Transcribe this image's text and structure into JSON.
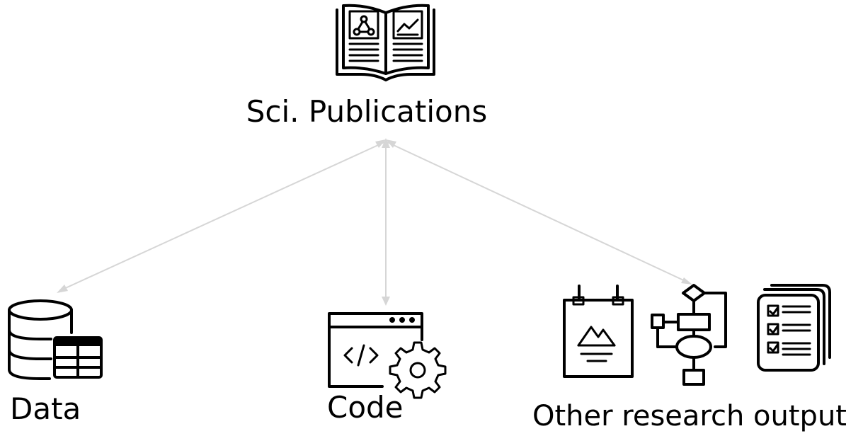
{
  "colors": {
    "text": "#000000",
    "edge": "#d6d6d6",
    "icon": "#000000",
    "background": "#ffffff"
  },
  "nodes": {
    "publications": {
      "label": "Sci. Publications",
      "icon": "open-book-icon"
    },
    "data": {
      "label": "Data",
      "icon": "database-table-icon"
    },
    "code": {
      "label": "Code",
      "icon": "code-window-gear-icon"
    },
    "other": {
      "label": "Other research output",
      "icons": [
        "poster-icon",
        "flowchart-icon",
        "checklist-documents-icon"
      ]
    }
  },
  "edges": [
    {
      "from": "publications",
      "to": "data",
      "type": "bidirectional"
    },
    {
      "from": "publications",
      "to": "code",
      "type": "bidirectional"
    },
    {
      "from": "publications",
      "to": "other",
      "type": "bidirectional"
    }
  ]
}
